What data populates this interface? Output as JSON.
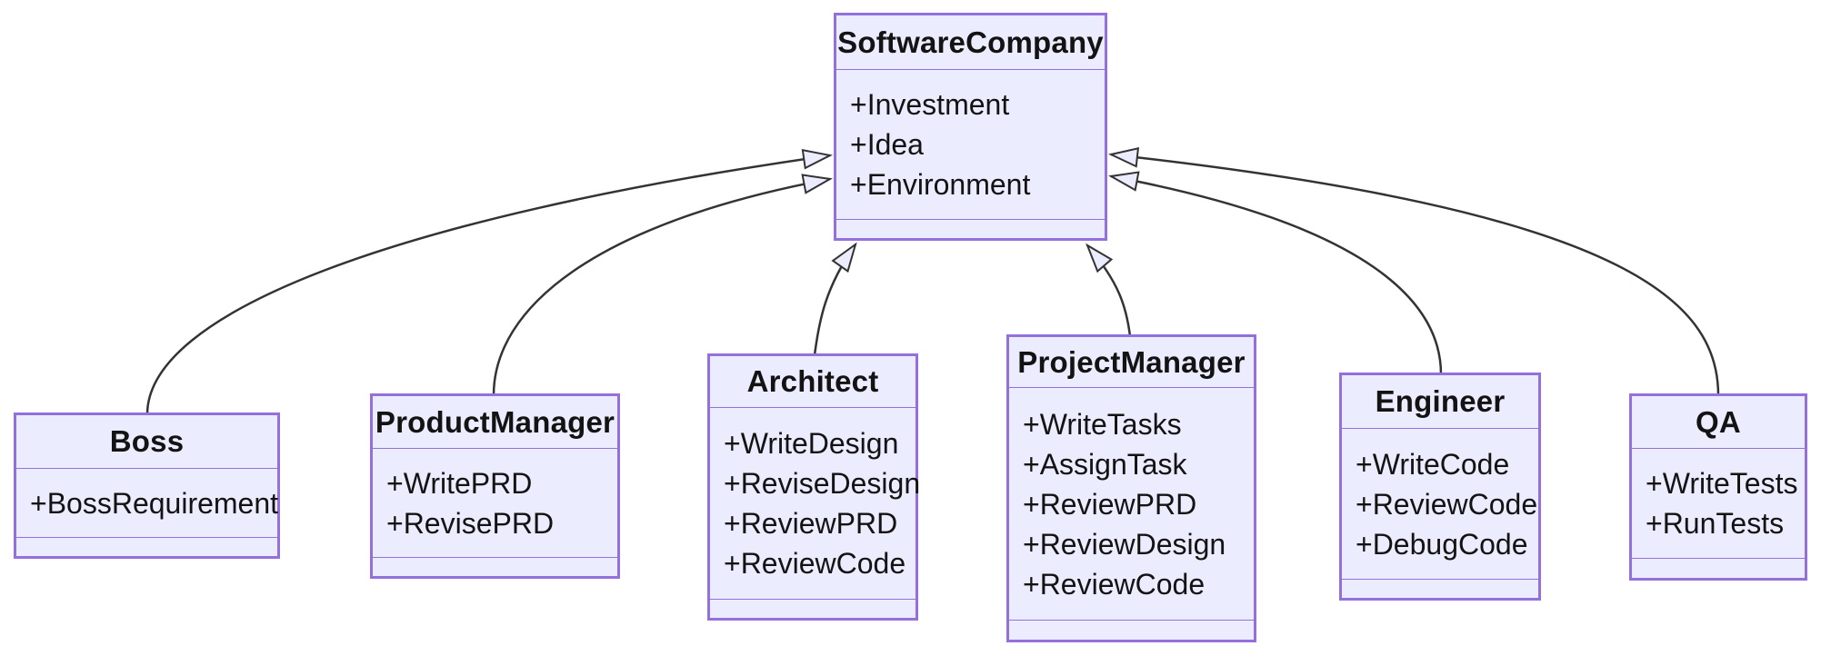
{
  "diagram": {
    "kind": "uml-class-diagram",
    "colors": {
      "node_fill": "#ECECFF",
      "node_border": "#9370DB",
      "edge_stroke": "#333333",
      "text": "#131313",
      "background": "#ffffff"
    },
    "classes": {
      "software_company": {
        "name": "SoftwareCompany",
        "attributes": [
          "+Investment",
          "+Idea",
          "+Environment"
        ]
      },
      "boss": {
        "name": "Boss",
        "attributes": [
          "+BossRequirement"
        ]
      },
      "product_manager": {
        "name": "ProductManager",
        "attributes": [
          "+WritePRD",
          "+RevisePRD"
        ]
      },
      "architect": {
        "name": "Architect",
        "attributes": [
          "+WriteDesign",
          "+ReviseDesign",
          "+ReviewPRD",
          "+ReviewCode"
        ]
      },
      "project_manager": {
        "name": "ProjectManager",
        "attributes": [
          "+WriteTasks",
          "+AssignTask",
          "+ReviewPRD",
          "+ReviewDesign",
          "+ReviewCode"
        ]
      },
      "engineer": {
        "name": "Engineer",
        "attributes": [
          "+WriteCode",
          "+ReviewCode",
          "+DebugCode"
        ]
      },
      "qa": {
        "name": "QA",
        "attributes": [
          "+WriteTests",
          "+RunTests"
        ]
      }
    },
    "relations": [
      {
        "from": "Boss",
        "to": "SoftwareCompany",
        "type": "inheritance"
      },
      {
        "from": "ProductManager",
        "to": "SoftwareCompany",
        "type": "inheritance"
      },
      {
        "from": "Architect",
        "to": "SoftwareCompany",
        "type": "inheritance"
      },
      {
        "from": "ProjectManager",
        "to": "SoftwareCompany",
        "type": "inheritance"
      },
      {
        "from": "Engineer",
        "to": "SoftwareCompany",
        "type": "inheritance"
      },
      {
        "from": "QA",
        "to": "SoftwareCompany",
        "type": "inheritance"
      }
    ]
  }
}
